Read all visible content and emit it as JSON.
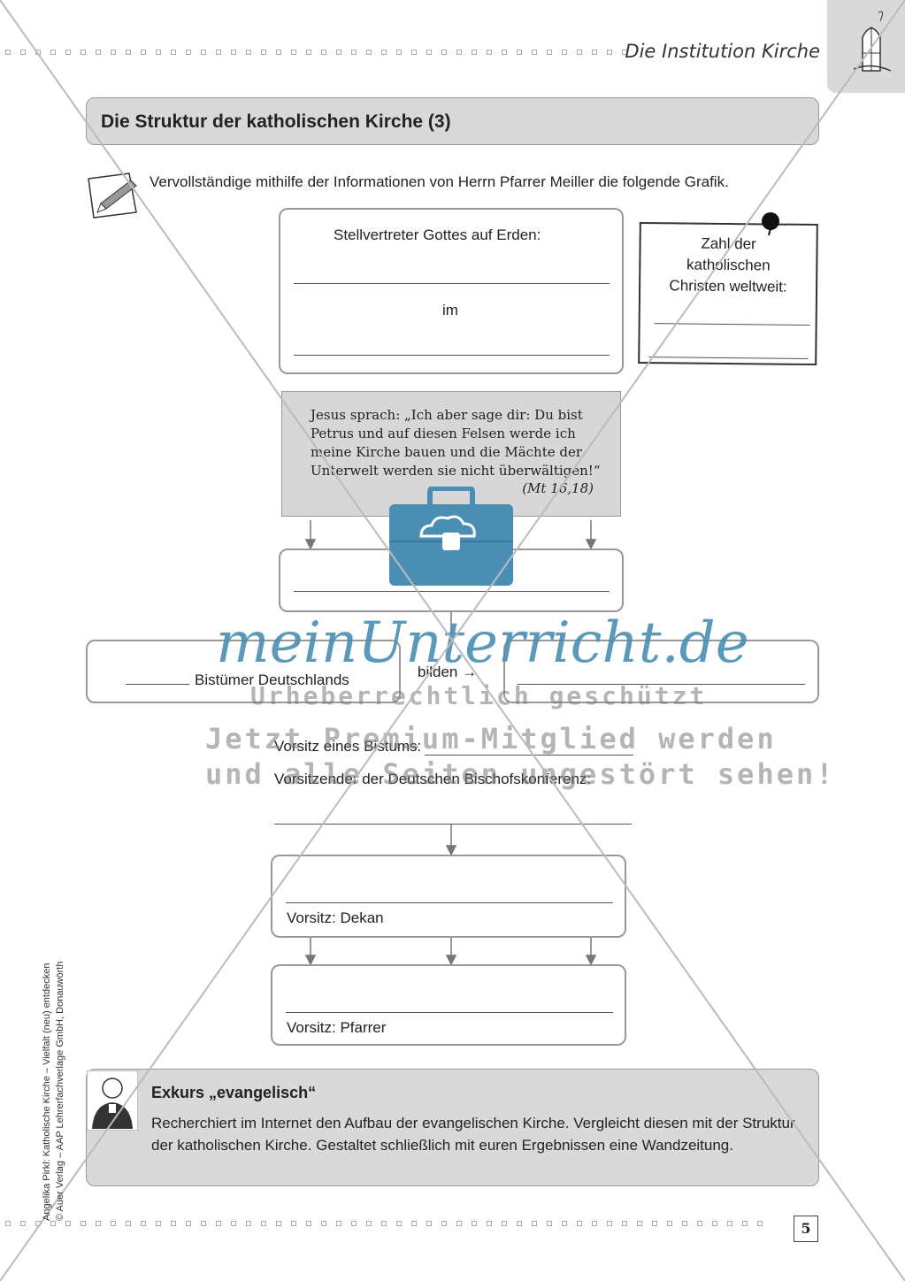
{
  "header": {
    "title": "Die Institution Kirche"
  },
  "page": {
    "title": "Die Struktur der katholischen Kirche (3)",
    "number": "5"
  },
  "instruction": "Vervollständige mithilfe der Informationen von Herrn Pfarrer Meiller die folgende Grafik.",
  "top_box": {
    "label": "Stellvertreter Gottes auf Erden:",
    "im": "im"
  },
  "note": {
    "line1": "Zahl der",
    "line2": "katholischen",
    "line3": "Christen weltweit:"
  },
  "quote": {
    "text": "Jesus sprach: „Ich aber sage dir: Du bist Petrus und auf diesen Felsen werde ich meine Kirche bauen und die Mächte der Unterwelt werden sie nicht überwältigen!“",
    "source": "(Mt 16,18)"
  },
  "left_box": {
    "label": "Bistümer Deutschlands"
  },
  "bilden": "bilden →",
  "vorsitz_bistum": "Vorsitz eines Bistums:",
  "vorsitz_bk": "Vorsitzender der Deutschen Bischofskonferenz:",
  "dekan_box": {
    "label": "Vorsitz: Dekan"
  },
  "pfarrer_box": {
    "label": "Vorsitz: Pfarrer"
  },
  "exkurs": {
    "title": "Exkurs „evangelisch“",
    "text": "Recherchiert im Internet den Aufbau der evangelischen Kirche. Vergleicht diesen mit der Struktur der katholischen Kirche. Gestaltet schließlich mit euren Ergebnissen eine Wandzeitung."
  },
  "watermark": {
    "brand": "meinUnterricht.de",
    "line1": "Urheberrechtlich geschützt",
    "line2": "Jetzt Premium-Mitglied werden",
    "line3": "und alle Seiten ungestört sehen!"
  },
  "sidebar": {
    "line1": "Angelika Pirkl: Katholische Kirche – Vielfalt (neu) entdecken",
    "line2": "© Auer Verlag – AAP Lehrerfachverlage GmbH, Donauwörth"
  },
  "colors": {
    "watermark_blue": "#4a8fb3",
    "panel_gray": "#d9d9d9"
  }
}
